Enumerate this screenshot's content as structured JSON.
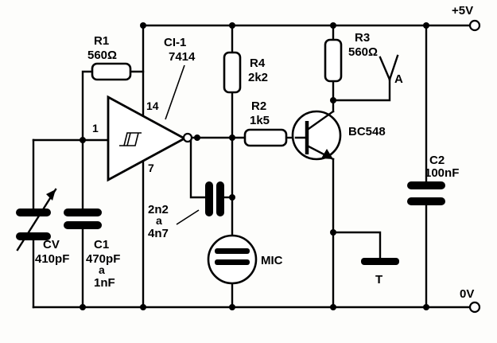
{
  "supply": {
    "positive": "+5V",
    "ground": "0V"
  },
  "ic": {
    "ref": "CI-1",
    "part": "7414",
    "pin_input": "1",
    "pin_vcc": "14",
    "pin_gnd": "7"
  },
  "r1": {
    "ref": "R1",
    "value": "560Ω"
  },
  "r2": {
    "ref": "R2",
    "value": "1k5"
  },
  "r3": {
    "ref": "R3",
    "value": "560Ω"
  },
  "r4": {
    "ref": "R4",
    "value": "2k2"
  },
  "transistor": {
    "part": "BC548"
  },
  "c2": {
    "ref": "C2",
    "value": "100nF"
  },
  "cv": {
    "ref": "CV",
    "value": "410pF"
  },
  "c1": {
    "ref": "C1",
    "value": "470pF",
    "range_word": "a",
    "range_max": "1nF"
  },
  "coupling_cap": {
    "value": "2n2",
    "range_word": "a",
    "range_max": "4n7"
  },
  "mic": {
    "label": "MIC"
  },
  "terminal": {
    "label": "T"
  },
  "antenna": {
    "label": "A"
  }
}
